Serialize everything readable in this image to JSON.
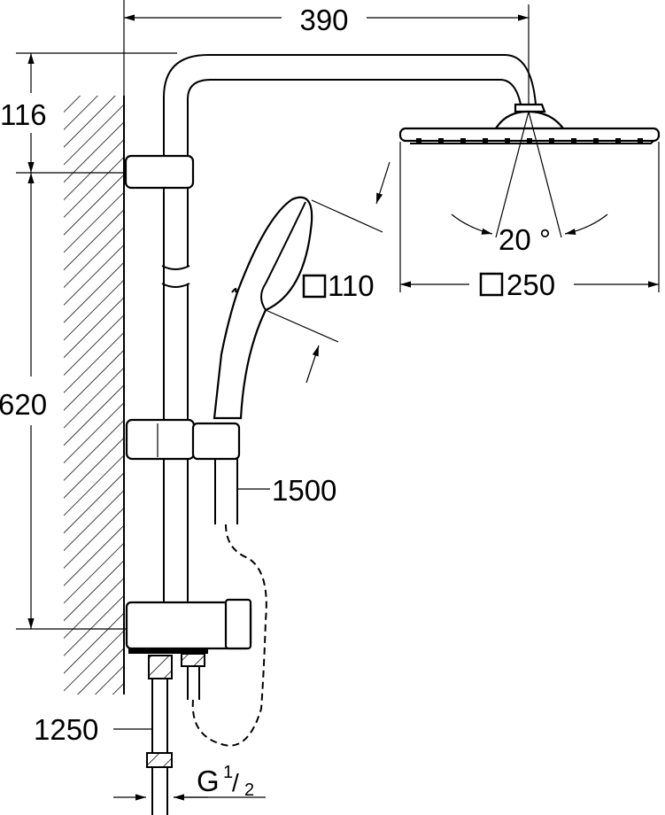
{
  "dimensions": {
    "arm_length": "390",
    "top_offset": "116",
    "rail_height": "620",
    "hand_shower_size": "110",
    "head_shower_size": "250",
    "head_tilt": "20 °",
    "shower_hose": "1500",
    "connection_hose": "1250",
    "thread_main": "G",
    "thread_num": "1",
    "thread_den": "2"
  }
}
